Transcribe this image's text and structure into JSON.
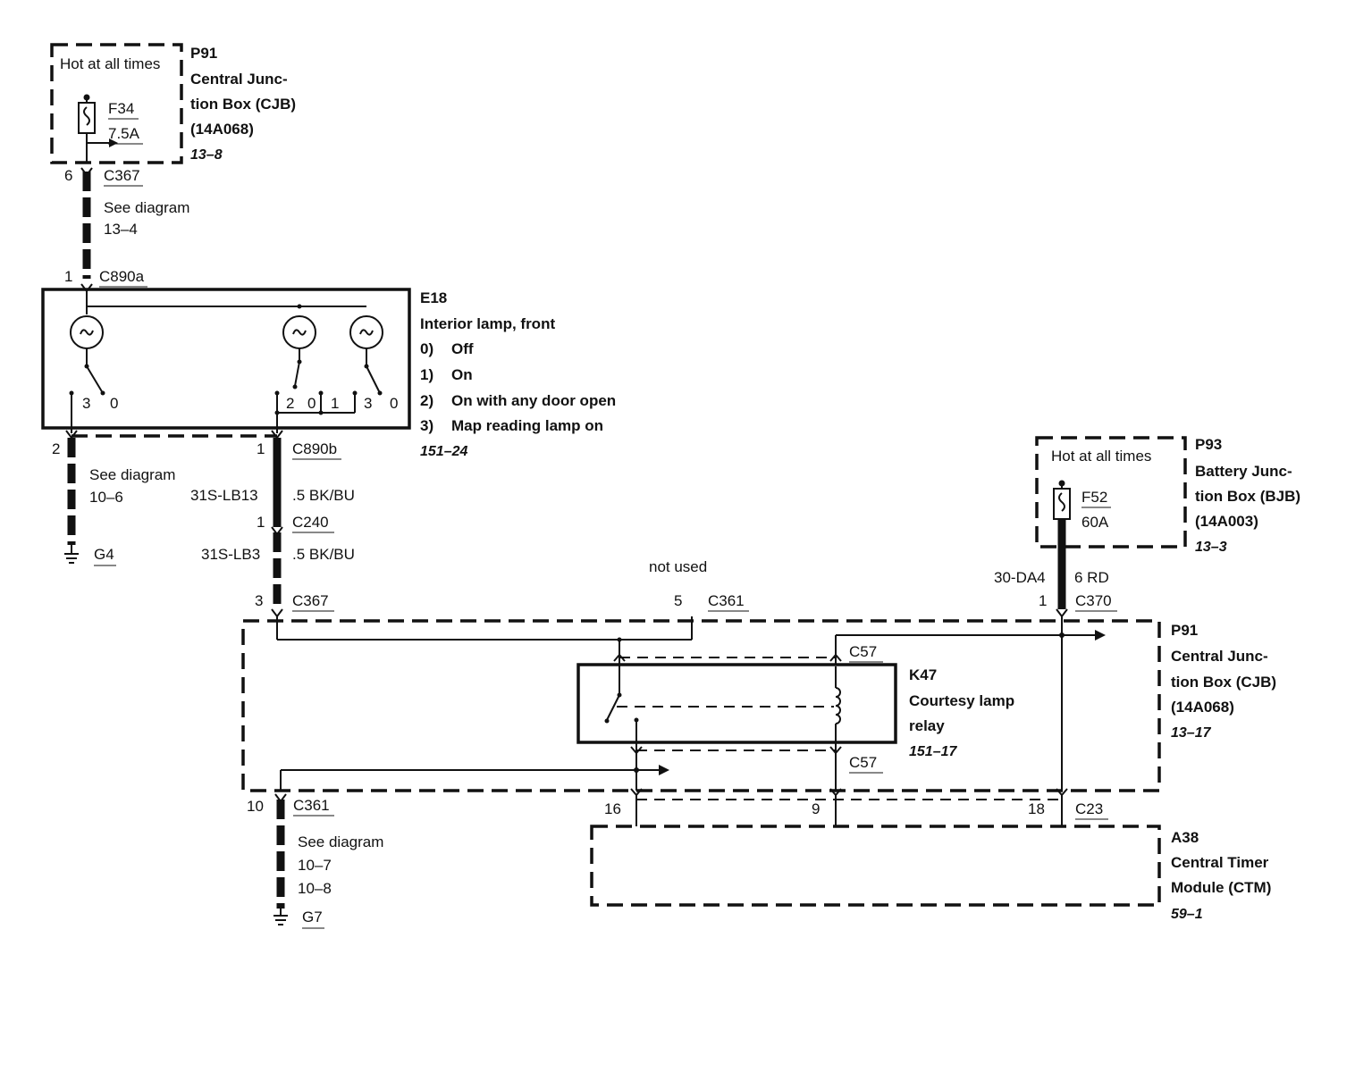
{
  "p91_top": {
    "hot_label": "Hot at all times",
    "id": "P91",
    "name_1": "Central Junc-",
    "name_2": "tion Box (CJB)",
    "part": "(14A068)",
    "ref": "13–8",
    "fuse_id": "F34",
    "fuse_rating": "7.5A"
  },
  "c367_top": {
    "pin": "6",
    "name": "C367",
    "see_1": "See diagram",
    "see_2": "13–4"
  },
  "c890a": {
    "pin": "1",
    "name": "C890a"
  },
  "e18": {
    "id": "E18",
    "name": "Interior lamp, front",
    "s0_num": "0)",
    "s0_label": "Off",
    "s1_num": "1)",
    "s1_label": "On",
    "s2_num": "2)",
    "s2_label": "On with any door open",
    "s3_num": "3)",
    "s3_label": "Map reading lamp on",
    "ref": "151–24",
    "sw_3a": "3",
    "sw_0a": "0",
    "sw_2": "2",
    "sw_0b": "0",
    "sw_1": "1",
    "sw_3b": "3",
    "sw_0c": "0"
  },
  "left_branch": {
    "pin": "2",
    "see_1": "See diagram",
    "see_2": "10–6",
    "ground": "G4"
  },
  "c890b": {
    "pin": "1",
    "name": "C890b",
    "circuit": "31S-LB13",
    "wire": ".5 BK/BU"
  },
  "c240": {
    "pin": "1",
    "name": "C240",
    "circuit": "31S-LB3",
    "wire": ".5 BK/BU"
  },
  "c367_mid": {
    "pin": "3",
    "name": "C367"
  },
  "c361_top": {
    "note": "not used",
    "pin": "5",
    "name": "C361"
  },
  "p93": {
    "hot_label": "Hot at all times",
    "id": "P93",
    "name_1": "Battery Junc-",
    "name_2": "tion Box (BJB)",
    "part": "(14A003)",
    "ref": "13–3",
    "fuse_id": "F52",
    "fuse_rating": "60A"
  },
  "c370": {
    "circuit": "30-DA4",
    "wire": "6 RD",
    "pin": "1",
    "name": "C370"
  },
  "p91_mid": {
    "id": "P91",
    "name_1": "Central Junc-",
    "name_2": "tion Box (CJB)",
    "part": "(14A068)",
    "ref": "13–17"
  },
  "k47": {
    "id": "K47",
    "name_1": "Courtesy lamp",
    "name_2": "relay",
    "ref": "151–17",
    "conn_top": "C57",
    "conn_bottom": "C57"
  },
  "c361_bottom": {
    "pin": "10",
    "name": "C361",
    "see_1": "See diagram",
    "see_2": "10–7",
    "see_3": "10–8",
    "ground": "G7"
  },
  "c23": {
    "pin_a": "16",
    "pin_b": "9",
    "pin_c": "18",
    "name": "C23"
  },
  "a38": {
    "id": "A38",
    "name_1": "Central Timer",
    "name_2": "Module (CTM)",
    "ref": "59–1"
  }
}
